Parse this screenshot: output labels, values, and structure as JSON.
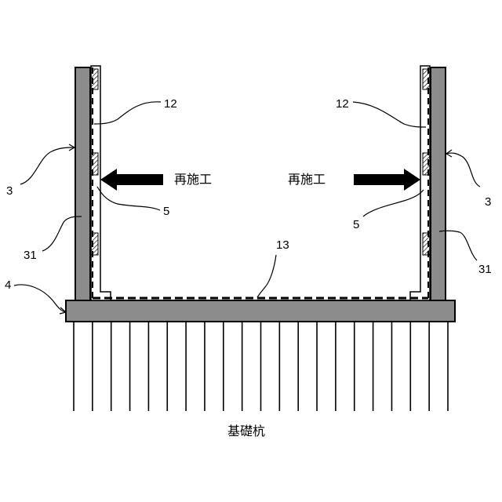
{
  "labels": {
    "wall_left": "3",
    "wall_right": "3",
    "wall_body_left": "31",
    "wall_body_right": "31",
    "footing": "4",
    "liner_left": "12",
    "liner_right": "12",
    "anchor_left": "5",
    "anchor_right": "5",
    "bottom_liner": "13",
    "rework_left": "再施工",
    "rework_right": "再施工",
    "piles": "基礎杭"
  },
  "colors": {
    "concrete": "#8c8c8c",
    "outline": "#000000",
    "background": "#ffffff"
  },
  "pile_count": 21
}
